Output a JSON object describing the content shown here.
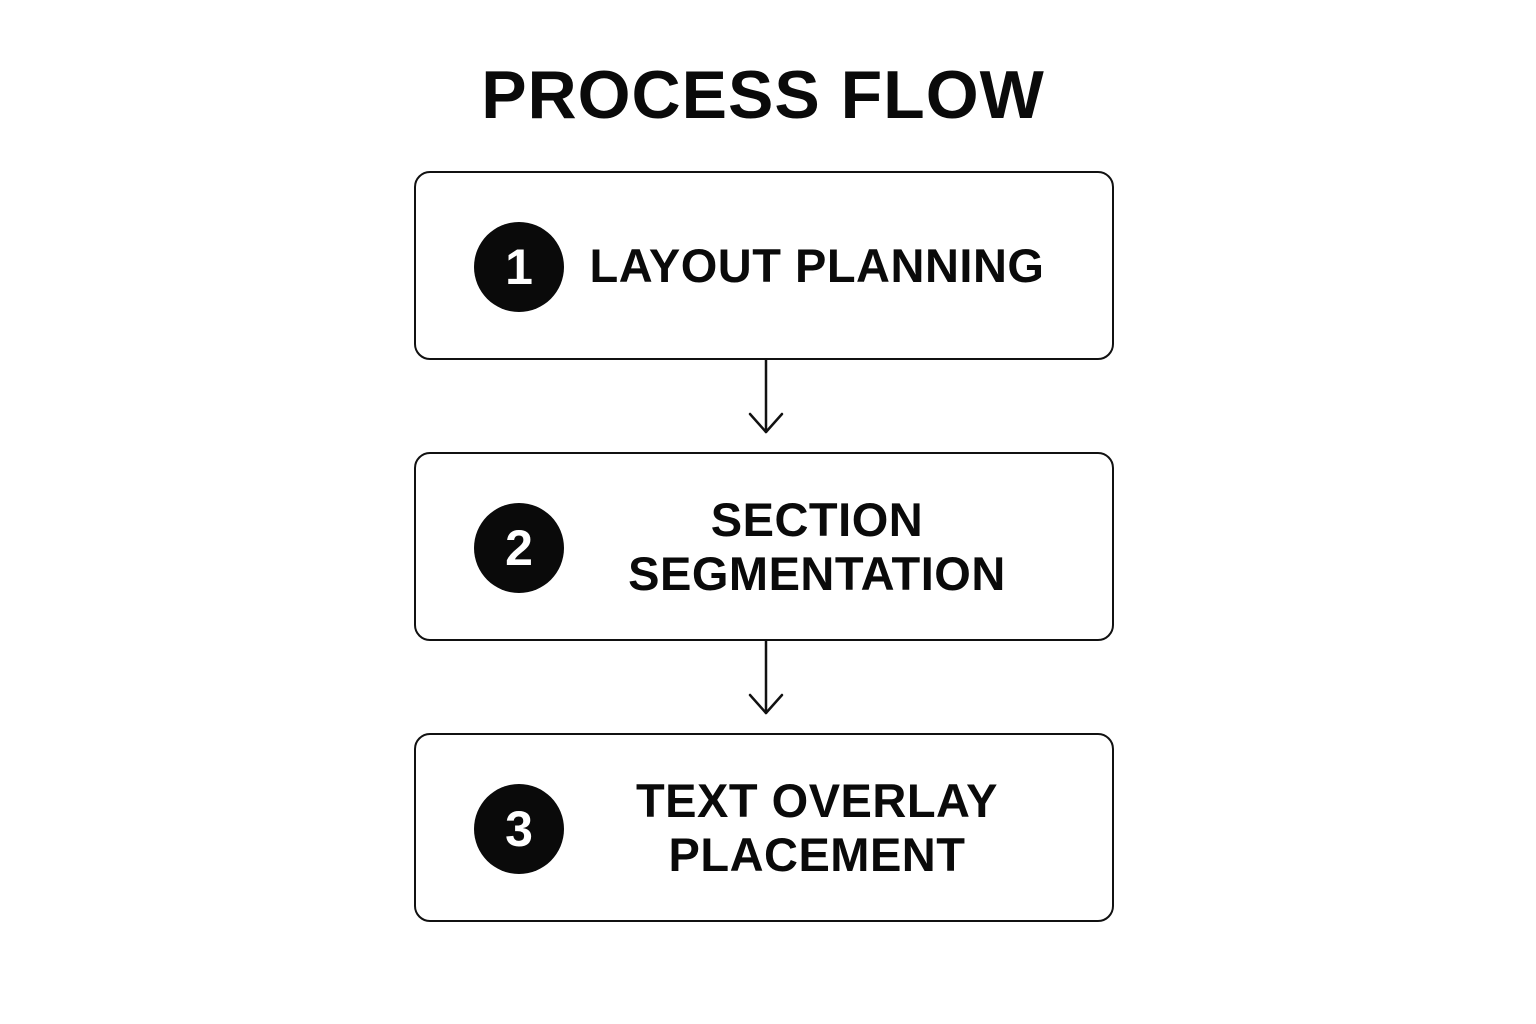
{
  "diagram": {
    "title": "PROCESS FLOW",
    "steps": [
      {
        "number": "1",
        "lines": [
          "LAYOUT PLANNING"
        ]
      },
      {
        "number": "2",
        "lines": [
          "SECTION",
          "SEGMENTATION"
        ]
      },
      {
        "number": "3",
        "lines": [
          "TEXT OVERLAY",
          "PLACEMENT"
        ]
      }
    ]
  },
  "icons": {
    "connector": "arrow-down-icon"
  },
  "colors": {
    "background": "#ffffff",
    "ink": "#0a0a0a",
    "badge_text": "#ffffff"
  }
}
